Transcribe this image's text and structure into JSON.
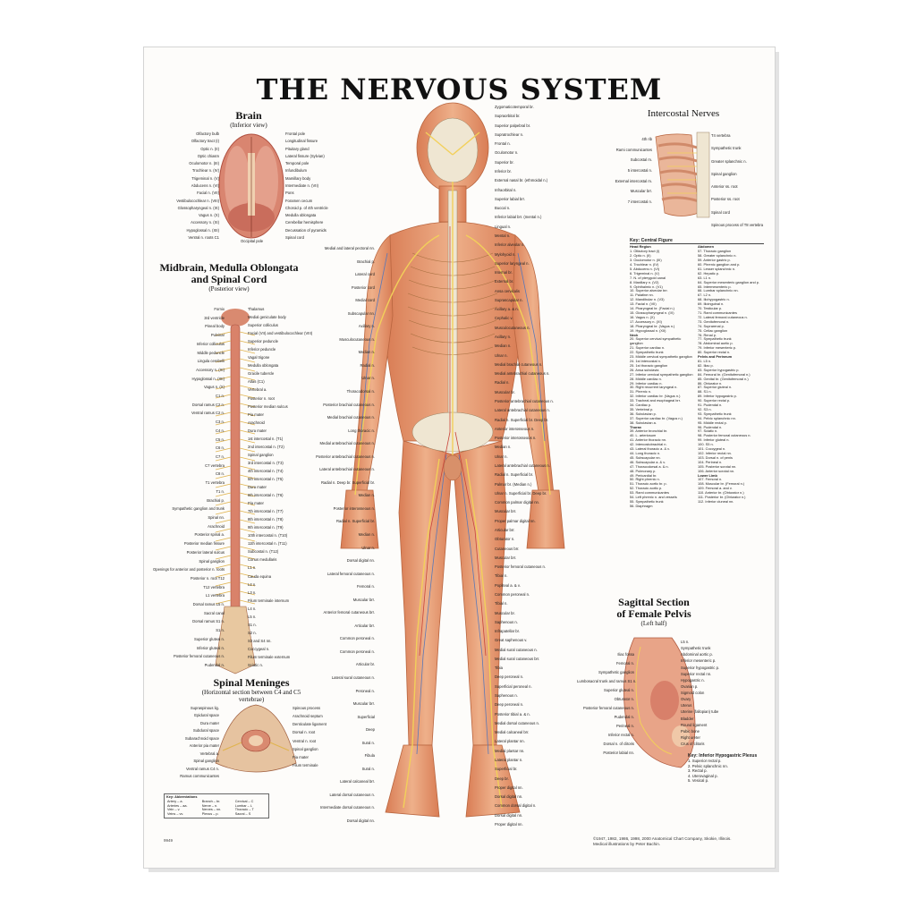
{
  "title": "THE NERVOUS SYSTEM",
  "sections": {
    "brain": {
      "title": "Brain",
      "subtitle": "(Inferior view)"
    },
    "midbrain": {
      "title": "Midbrain, Medulla Oblongata\nand Spinal Cord",
      "title_line1": "Midbrain, Medulla Oblongata",
      "title_line2": "and Spinal Cord",
      "subtitle": "(Posterior view)"
    },
    "meninges": {
      "title": "Spinal Meninges",
      "subtitle": "(Horizontal section between C4 and C5 vertebrae)"
    },
    "intercostal": {
      "title": "Intercostal Nerves"
    },
    "pelvis": {
      "title_line1": "Sagittal Section",
      "title_line2": "of Female Pelvis",
      "subtitle": "(Left half)"
    }
  },
  "brain_labels_left": [
    "Olfactory bulb",
    "Olfactory tract (I)",
    "Optic n. (II)",
    "Optic chiasm",
    "Oculomotor n. (III)",
    "Trochlear n. (IV)",
    "Trigeminal n. (V)",
    "Abducens n. (VI)",
    "Facial n. (VII)",
    "Vestibulocochlear n. (VIII)",
    "Glossopharyngeal n. (IX)",
    "Vagus n. (X)",
    "Accessory n. (XI)",
    "Hypoglossal n. (XII)",
    "Ventral n. roots C1"
  ],
  "brain_labels_right": [
    "Frontal pole",
    "Longitudinal fissure",
    "Pituitary gland",
    "Lateral fissure (Sylvian)",
    "Temporal pole",
    "Infundibulum",
    "Mamillary body",
    "Intermediate n. (VII)",
    "Pons",
    "Foramen cecum",
    "Choroid p. of 4th ventricle",
    "Medulla oblongata",
    "Cerebellar hemisphere",
    "Decussation of pyramids",
    "Spinal cord"
  ],
  "brain_bottom": "Occipital pole",
  "cord_labels_left": [
    "Fornix",
    "3rd ventricle",
    "Pineal body",
    "Pulvinar",
    "Inferior colliculus",
    "Middle peduncle",
    "Lingula cerebelli",
    "Accessory n. (XI)",
    "Hypoglossal n. (XII)",
    "Vagus n. (X)",
    "C1 n.",
    "Dorsal ramus C2 n.",
    "Ventral ramus C2 n.",
    "C3 n.",
    "C4 n.",
    "C5 n.",
    "C6 n.",
    "C7 n.",
    "C7 vertebra",
    "C8 n.",
    "T1 vertebra",
    "T1 n.",
    "Brachial p.",
    "Sympathetic ganglion and trunk",
    "Spinal nn.",
    "Arachnoid",
    "Posterior spinal a.",
    "Posterior median fissure",
    "Posterior lateral sulcus",
    "Spinal ganglion",
    "Openings for anterior and posterior n. roots",
    "Posterior n. root T12",
    "T12 vertebra",
    "L1 vertebra",
    "Dorsal ramus L5 n.",
    "Sacral canal",
    "Dorsal ramus S1 n.",
    "S1 n.",
    "Superior gluteal n.",
    "Inferior gluteal n.",
    "Posterior femoral cutaneous n.",
    "Pudendal n."
  ],
  "cord_labels_right": [
    "Thalamus",
    "Medial geniculate body",
    "Superior colliculus",
    "Facial (VII) and vestibulocochlear (VIII)",
    "Superior peduncle",
    "Inferior peduncle",
    "Vagal trigone",
    "Medulla oblongata",
    "Gracile tubercle",
    "Atlas (C1)",
    "Vertebral a.",
    "Posterior n. root",
    "Posterior median sulcus",
    "Pia mater",
    "Arachnoid",
    "Dura mater",
    "1st intercostal n. (T1)",
    "2nd intercostal n. (T2)",
    "Spinal ganglion",
    "3rd intercostal n. (T3)",
    "4th intercostal n. (T4)",
    "5th intercostal n. (T5)",
    "Dura mater",
    "6th intercostal n. (T6)",
    "Pia mater",
    "7th intercostal n. (T7)",
    "8th intercostal n. (T8)",
    "9th intercostal n. (T9)",
    "10th intercostal n. (T10)",
    "11th intercostal n. (T11)",
    "Subcostal n. (T12)",
    "Conus medullaris",
    "L1 n.",
    "Cauda equina",
    "L2 n.",
    "L3 n.",
    "Filum terminale internum",
    "L4 n.",
    "L5 n.",
    "S1 n.",
    "S2 n.",
    "S3 and S4 nn.",
    "Coccygeal n.",
    "Filum terminale externum",
    "Sciatic n."
  ],
  "meninges_labels_left": [
    "Supraspinous lig.",
    "Epidural space",
    "Dura mater",
    "Subdural space",
    "Subarachnoid space",
    "Anterior pia mater",
    "Vertebral a.",
    "Spinal ganglion",
    "Ventral ramus C4 n.",
    "Ramus communicantes"
  ],
  "meninges_labels_right": [
    "Spinous process",
    "Arachnoid septum",
    "Denticulate ligament",
    "Dorsal n. root",
    "Ventral n. root",
    "Spinal ganglion",
    "Pia mater",
    "Filum terminale"
  ],
  "abbreviations": {
    "title": "Key: Abbreviations",
    "rows": [
      [
        "Artery – a.",
        "Branch – br.",
        "Cervical – C"
      ],
      [
        "Arteries – aa.",
        "Nerve – n.",
        "Lumbar – L"
      ],
      [
        "Vein – v.",
        "Nerves – nn.",
        "Thoracic – T"
      ],
      [
        "Veins – vv.",
        "Plexus – p.",
        "Sacral – S"
      ]
    ]
  },
  "intercostal_labels_left": [
    "4th rib",
    "Rami communicantes",
    "Subcostal m.",
    "5 intercostal n.",
    "External intercostal m.",
    "Muscular brr.",
    "7 intercostal n."
  ],
  "intercostal_labels_right": [
    "T4 vertebra",
    "Sympathetic trunk",
    "Greater splanchnic n.",
    "Spinal ganglion",
    "Anterior ss. root",
    "Posterior ss. root",
    "Spinal cord",
    "Spinous process of T8 vertebra"
  ],
  "figure_labels_left": [
    "Medial and lateral pectoral nn.",
    "Brachial p.",
    "Lateral cord",
    "Posterior cord",
    "Medial cord",
    "Subscapular nn.",
    "Axillary n.",
    "Musculocutaneous n.",
    "Median n.",
    "Radial n.",
    "Ulnar n.",
    "Thoracodorsal n.",
    "Posterior brachial cutaneous n.",
    "Medial brachial cutaneous n.",
    "Long thoracic n.",
    "Medial antebrachial cutaneous n.",
    "Posterior antebrachial cutaneous n.",
    "Lateral antebrachial cutaneous n.",
    "Radial n. Deep br. Superficial br.",
    "Median n.",
    "Posterior interosseous n.",
    "Radial n. Superficial br.",
    "Median n.",
    "Ulnar n.",
    "Dorsal digital nn.",
    "Lateral femoral cutaneous n.",
    "Femoral n.",
    "Muscular brr.",
    "Anterior femoral cutaneous brr.",
    "Articular brr.",
    "Common peroneal n.",
    "Common peroneal n.",
    "Articular br.",
    "Lateral sural cutaneous n.",
    "Peroneal n.",
    "Muscular brr.",
    "Superficial",
    "Deep",
    "Sural n.",
    "Fibula",
    "Sural n.",
    "Lateral calcaneal brr.",
    "Lateral dorsal cutaneous n.",
    "Intermediate dorsal cutaneous n.",
    "Dorsal digital nn."
  ],
  "figure_labels_right": [
    "Zygomaticotemporal br.",
    "Supraorbital br.",
    "Superior palpebral br.",
    "Supratrochlear n.",
    "Frontal n.",
    "Oculomotor n.",
    "Superior br.",
    "Inferior br.",
    "External nasal br. (ethmoidal n.)",
    "Infraorbital n.",
    "Superior labial brr.",
    "Buccal n.",
    "Inferior labial brr. (mental n.)",
    "Lingual n.",
    "Mental n.",
    "Inferior alveolar n.",
    "Mylohyoid n.",
    "Superior laryngeal n.",
    "Internal br.",
    "External br.",
    "Ansa cervicalis",
    "Suprascapular n.",
    "Axillary a. & n.",
    "Cephalic v.",
    "Musculocutaneous n.",
    "Axillary n.",
    "Median n.",
    "Ulnar n.",
    "Medial brachial cutaneous n.",
    "Medial antebrachial cutaneous n.",
    "Radial n.",
    "Muscular br.",
    "Posterior antebrachial cutaneous n.",
    "Lateral antebrachial cutaneous n.",
    "Radial n. Superficial br. Deep br.",
    "Anterior interosseous n.",
    "Posterior interosseous n.",
    "Median n.",
    "Ulnar n.",
    "Lateral antebrachial cutaneous n.",
    "Radial n. Superficial br.",
    "Palmar br. (Median n.)",
    "Ulnar n. Superficial br. Deep br.",
    "Common palmar digital nn.",
    "Muscular brr.",
    "Proper palmar digital nn.",
    "Articular brr.",
    "Obturator n.",
    "Cutaneous brr.",
    "Muscular brr.",
    "Posterior femoral cutaneous n.",
    "Tibial n.",
    "Popliteal a. & v.",
    "Common peroneal n.",
    "Tibial n.",
    "Muscular br.",
    "Saphenous n.",
    "Infrapatellar br.",
    "Great saphenous v.",
    "Medial sural cutaneous n.",
    "Medial sural cutaneous brr.",
    "Tibia",
    "Deep peroneal n.",
    "Superficial peroneal n.",
    "Saphenous n.",
    "Deep peroneal n.",
    "Posterior tibial a. & n.",
    "Medial dorsal cutaneous n.",
    "Medial calcaneal brr.",
    "Lateral plantar nn.",
    "Medial plantar nn.",
    "Lateral plantar n.",
    "Superficial br.",
    "Deep br.",
    "Proper digital nn.",
    "Dorsal digital nn.",
    "Common dorsal digital n.",
    "Dorsal digital nn.",
    "Proper digital nn."
  ],
  "key_central": {
    "title": "Key: Central Figure",
    "col1": [
      {
        "h": "Head Region"
      },
      "1. Olfactory tract (I)",
      "2. Optic n. (II)",
      "3. Oculomotor n. (III)",
      "4. Trochlear n. (IV)",
      "5. Abducens n. (VI)",
      "6. Trigeminal n. (V)",
      "7. N. of pterygoid canal",
      "8. Maxillary n. (V2)",
      "9. Ophthalmic n. (V1)",
      "10. Superior alveolar brr.",
      "11. Palatine nn.",
      "12. Mandibular n. (V3)",
      "13. Facial n. (VII)",
      "14. Pharyngeal br. (Facial n.)",
      "15. Glossopharyngeal n. (IX)",
      "16. Vagus n. (X)",
      "17. Accessory n. (XI)",
      "18. Pharyngeal br. (Vagus n.)",
      "19. Hypoglossal n. (XII)",
      {
        "h": "Neck"
      },
      "20. Superior cervical sympathetic ganglion",
      "21. Superior cardiac n.",
      "22. Sympathetic trunk",
      "23. Middle cervical sympathetic ganglion",
      "24. 1st intercostal n.",
      "25. 1st thoracic ganglion",
      "26. Ansa subclavia",
      "27. Inferior cervical sympathetic ganglion",
      "28. Middle cardiac n.",
      "29. Inferior cardiac n.",
      "30. Right recurrent laryngeal n.",
      "31. Phrenic n.",
      "32. Inferior cardiac br. (Vagus n.)",
      "33. Tracheal and esophageal brr.",
      "34. Cardiac p.",
      "35. Vertebral p.",
      "36. Subclavian p.",
      "37. Superior cardiac br. (Vagus n.)",
      "38. Subclavian a.",
      {
        "h": "Thorax"
      },
      "39. Anterior bronchial br.",
      "40. L. arteriosum",
      "41. Anterior thoracic nn.",
      "42. Intercostobrachial n.",
      "43. Lateral thoracic a. & v.",
      "44. Long thoracic n.",
      "45. Subscapular nn.",
      "46. Subscapular a. & v.",
      "47. Thoracodorsal a. & n.",
      "48. Pulmonary p.",
      "49. Pericardial br.",
      "50. Right phrenic n.",
      "51. Thoracic aortic br. p.",
      "52. Thoracic aortic p.",
      "53. Rami communicantes",
      "54. Left phrenic n. and vessels",
      "55. Sympathetic trunk",
      "56. Diaphragm"
    ],
    "col2": [
      {
        "h": "Abdomen"
      },
      "57. Thoracic ganglion",
      "58. Greater splanchnic n.",
      "59. Anterior gastric p.",
      "60. Phrenic ganglion and p.",
      "61. Lesser splanchnic n.",
      "62. Hepatic p.",
      "63. L1 n.",
      "64. Superior mesenteric ganglion and p.",
      "65. Intermesenteric p.",
      "66. Lumbar splanchnic nn.",
      "67. L2 n.",
      "68. Iliohypogastric n.",
      "69. Ilioinguinal n.",
      "70. Testicular p.",
      "71. Rami communicantes",
      "72. Lateral femoral cutaneous n.",
      "73. Genitofemoral n.",
      "74. Suprarenal p.",
      "75. Celiac ganglion",
      "76. Renal p.",
      "77. Sympathetic trunk",
      "78. Abdominal aortic p.",
      "79. Inferior mesenteric p.",
      "80. Superior rectal n.",
      {
        "h": "Pelvis and Perineum"
      },
      "81. L5 n.",
      "82. Iliac p.",
      "83. Superior hypogastric p.",
      "84. Femoral br. (Genitofemoral n.)",
      "85. Genital br. (Genitofemoral n.)",
      "86. Obturator n.",
      "87. Superior gluteal n.",
      "88. S1 n.",
      "89. Inferior hypogastric p.",
      "90. Superior rectal p.",
      "91. Pudendal n.",
      "92. S3 n.",
      "93. Sympathetic trunk",
      "94. Pelvic splanchnic nn.",
      "95. Middle rectal p.",
      "96. Pudendal n.",
      "97. Sciatic n.",
      "98. Posterior femoral cutaneous n.",
      "99. Inferior gluteal n.",
      "100. S5 n.",
      "101. Coccygeal n.",
      "102. Inferior rectal nn.",
      "103. Dorsal n. of penis",
      "104. Perineal n.",
      "105. Posterior scrotal nn.",
      "106. Anterior scrotal nn.",
      {
        "h": "Lower Limb"
      },
      "107. Femoral n.",
      "108. Muscular br. (Femoral n.)",
      "109. Femoral a. and v.",
      "110. Anterior br. (Obturator n.)",
      "111. Posterior br. (Obturator n.)",
      "112. Inferior cluneal nn."
    ]
  },
  "pelvis_labels_left": [
    "Iliac fossa",
    "Femoral n.",
    "Sympathetic ganglion",
    "Lumbosacral trunk and ramus S1 n.",
    "Superior gluteal n.",
    "Obturator n.",
    "Posterior femoral cutaneous n.",
    "Pudendal n.",
    "Perineal n.",
    "Inferior rectal n.",
    "Dorsal n. of clitoris",
    "Posterior labial nn."
  ],
  "pelvis_labels_right": [
    "L5 n.",
    "Sympathetic trunk",
    "Abdominal aortic p.",
    "Inferior mesenteric p.",
    "Superior hypogastric p.",
    "Superior rectal nn.",
    "Hypogastric n.",
    "Ovarian p.",
    "Sigmoid colon",
    "Ovary",
    "Uterus",
    "Uterine (fallopian) tube",
    "Bladder",
    "Round ligament",
    "Pubic bone",
    "Right ureter",
    "Crus of clitoris"
  ],
  "key_pelvis": {
    "title": "Key: Inferior Hypogastric Plexus",
    "items": [
      "1. Superior rectal p.",
      "2. Pelvic splanchnic nn.",
      "3. Rectal p.",
      "4. Uterovaginal p.",
      "5. Vesical p."
    ]
  },
  "copyright_line1": "©1947, 1982, 1986, 1998, 2000 Anatomical Chart Company, Skokie, Illinois.",
  "copyright_line2": "Medical illustrations by Peter Bachin.",
  "chart_number": "9949",
  "colors": {
    "skin": "#e8a77a",
    "muscle": "#d9825b",
    "nerve": "#f2d05a",
    "vein": "#5a78b8",
    "artery": "#c8453a",
    "bone": "#efe6d2"
  }
}
